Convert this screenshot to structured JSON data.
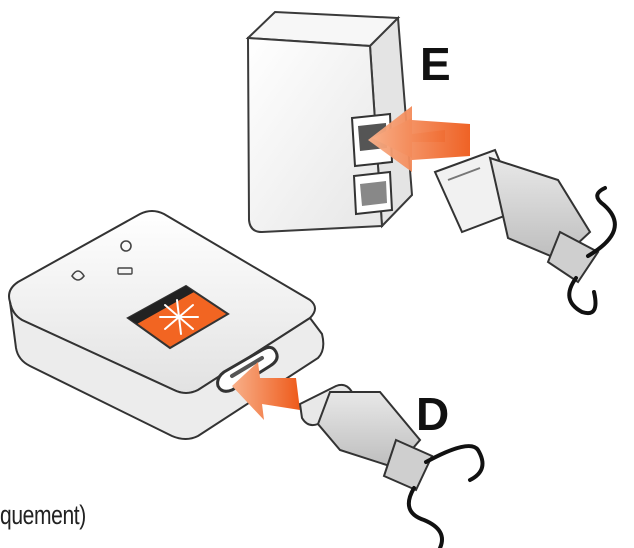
{
  "labels": {
    "adapter": "E",
    "device": "D"
  },
  "caption": "quement)",
  "colors": {
    "arrow": "#f26522",
    "device_screen": "#f26522",
    "outline": "#333333",
    "cable": "#4a4a4a"
  },
  "icons": [
    "usb-wall-adapter-icon",
    "usb-cable-icon",
    "device-icon",
    "insert-arrow-icon"
  ]
}
